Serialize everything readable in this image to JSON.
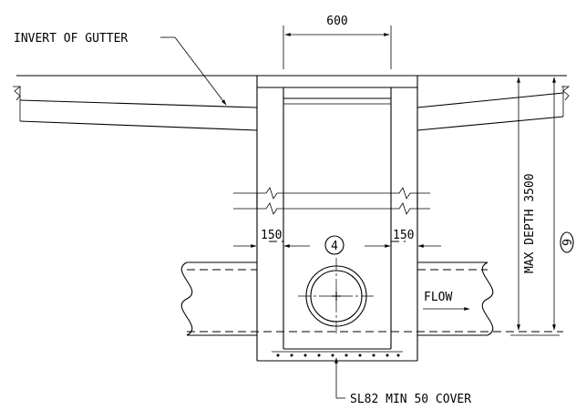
{
  "labels": {
    "invert_of_gutter": "INVERT OF GUTTER",
    "width_600": "600",
    "wall_left": "150",
    "wall_right": "150",
    "callout_4": "4",
    "callout_9": "9",
    "flow": "FLOW",
    "max_depth": "MAX DEPTH 3500",
    "slab_note": "SL82 MIN 50 COVER"
  }
}
